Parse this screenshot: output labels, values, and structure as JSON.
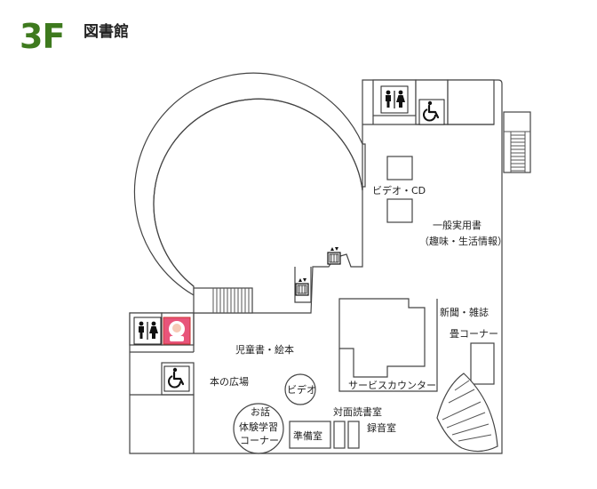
{
  "header": {
    "floor": "3F",
    "facility": "図書館"
  },
  "areas": {
    "video_cd": "ビデオ・CD",
    "general_books_1": "一般実用書",
    "general_books_2": "（趣味・生活情報）",
    "newspaper": "新聞・雑誌",
    "tatami": "畳コーナー",
    "childrens_books": "児童書・絵本",
    "book_plaza": "本の広場",
    "video_booth": "ビデオ",
    "service_counter": "サービスカウンター",
    "reading_room": "対面読書室",
    "recording_room": "録音室",
    "prep_room": "準備室",
    "story_1": "お話",
    "story_2": "体験学習",
    "story_3": "コーナー"
  },
  "icons": {
    "restroom": "restroom-icon",
    "wheelchair": "wheelchair-icon",
    "baby": "baby-care-icon",
    "elevator": "elevator-icon"
  },
  "colors": {
    "floor_number": "#3e7a1e",
    "wall": "#444444",
    "baby_room": "#e8547a"
  }
}
